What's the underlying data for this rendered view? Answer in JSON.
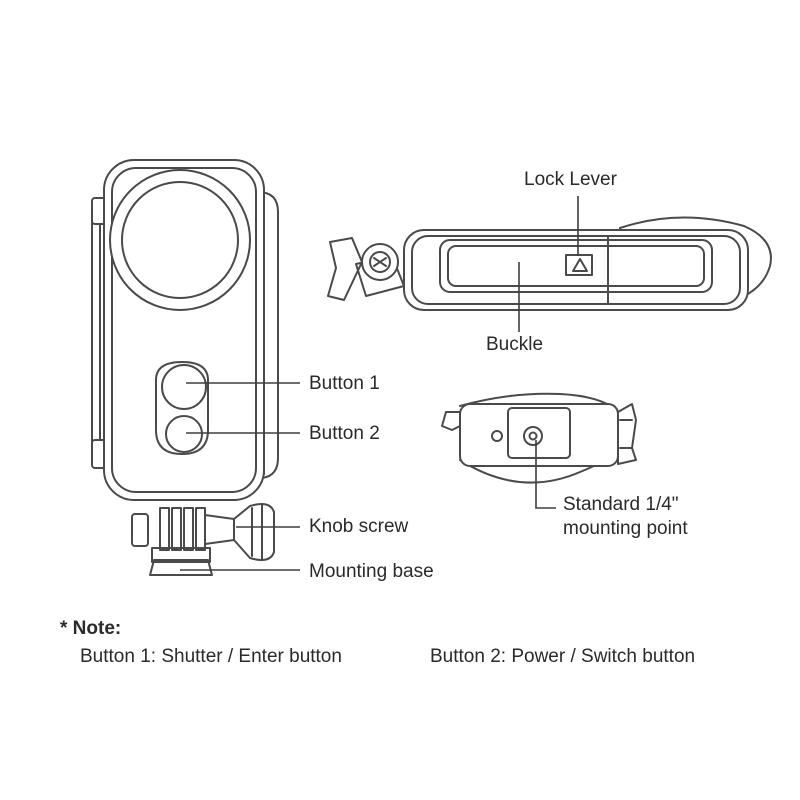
{
  "labels": {
    "lock_lever": "Lock Lever",
    "buckle": "Buckle",
    "button_1": "Button 1",
    "button_2": "Button 2",
    "knob_screw": "Knob screw",
    "mounting_base": "Mounting base",
    "standard_mount_line1": "Standard 1/4\"",
    "standard_mount_line2": "mounting point"
  },
  "note": {
    "heading": "* Note:",
    "items": [
      "Button 1: Shutter / Enter button",
      "Button 2: Power / Switch button"
    ]
  },
  "colors": {
    "stroke": "#4a4a4a",
    "light_fill": "#f2f2f2",
    "text": "#2a2a2a"
  }
}
